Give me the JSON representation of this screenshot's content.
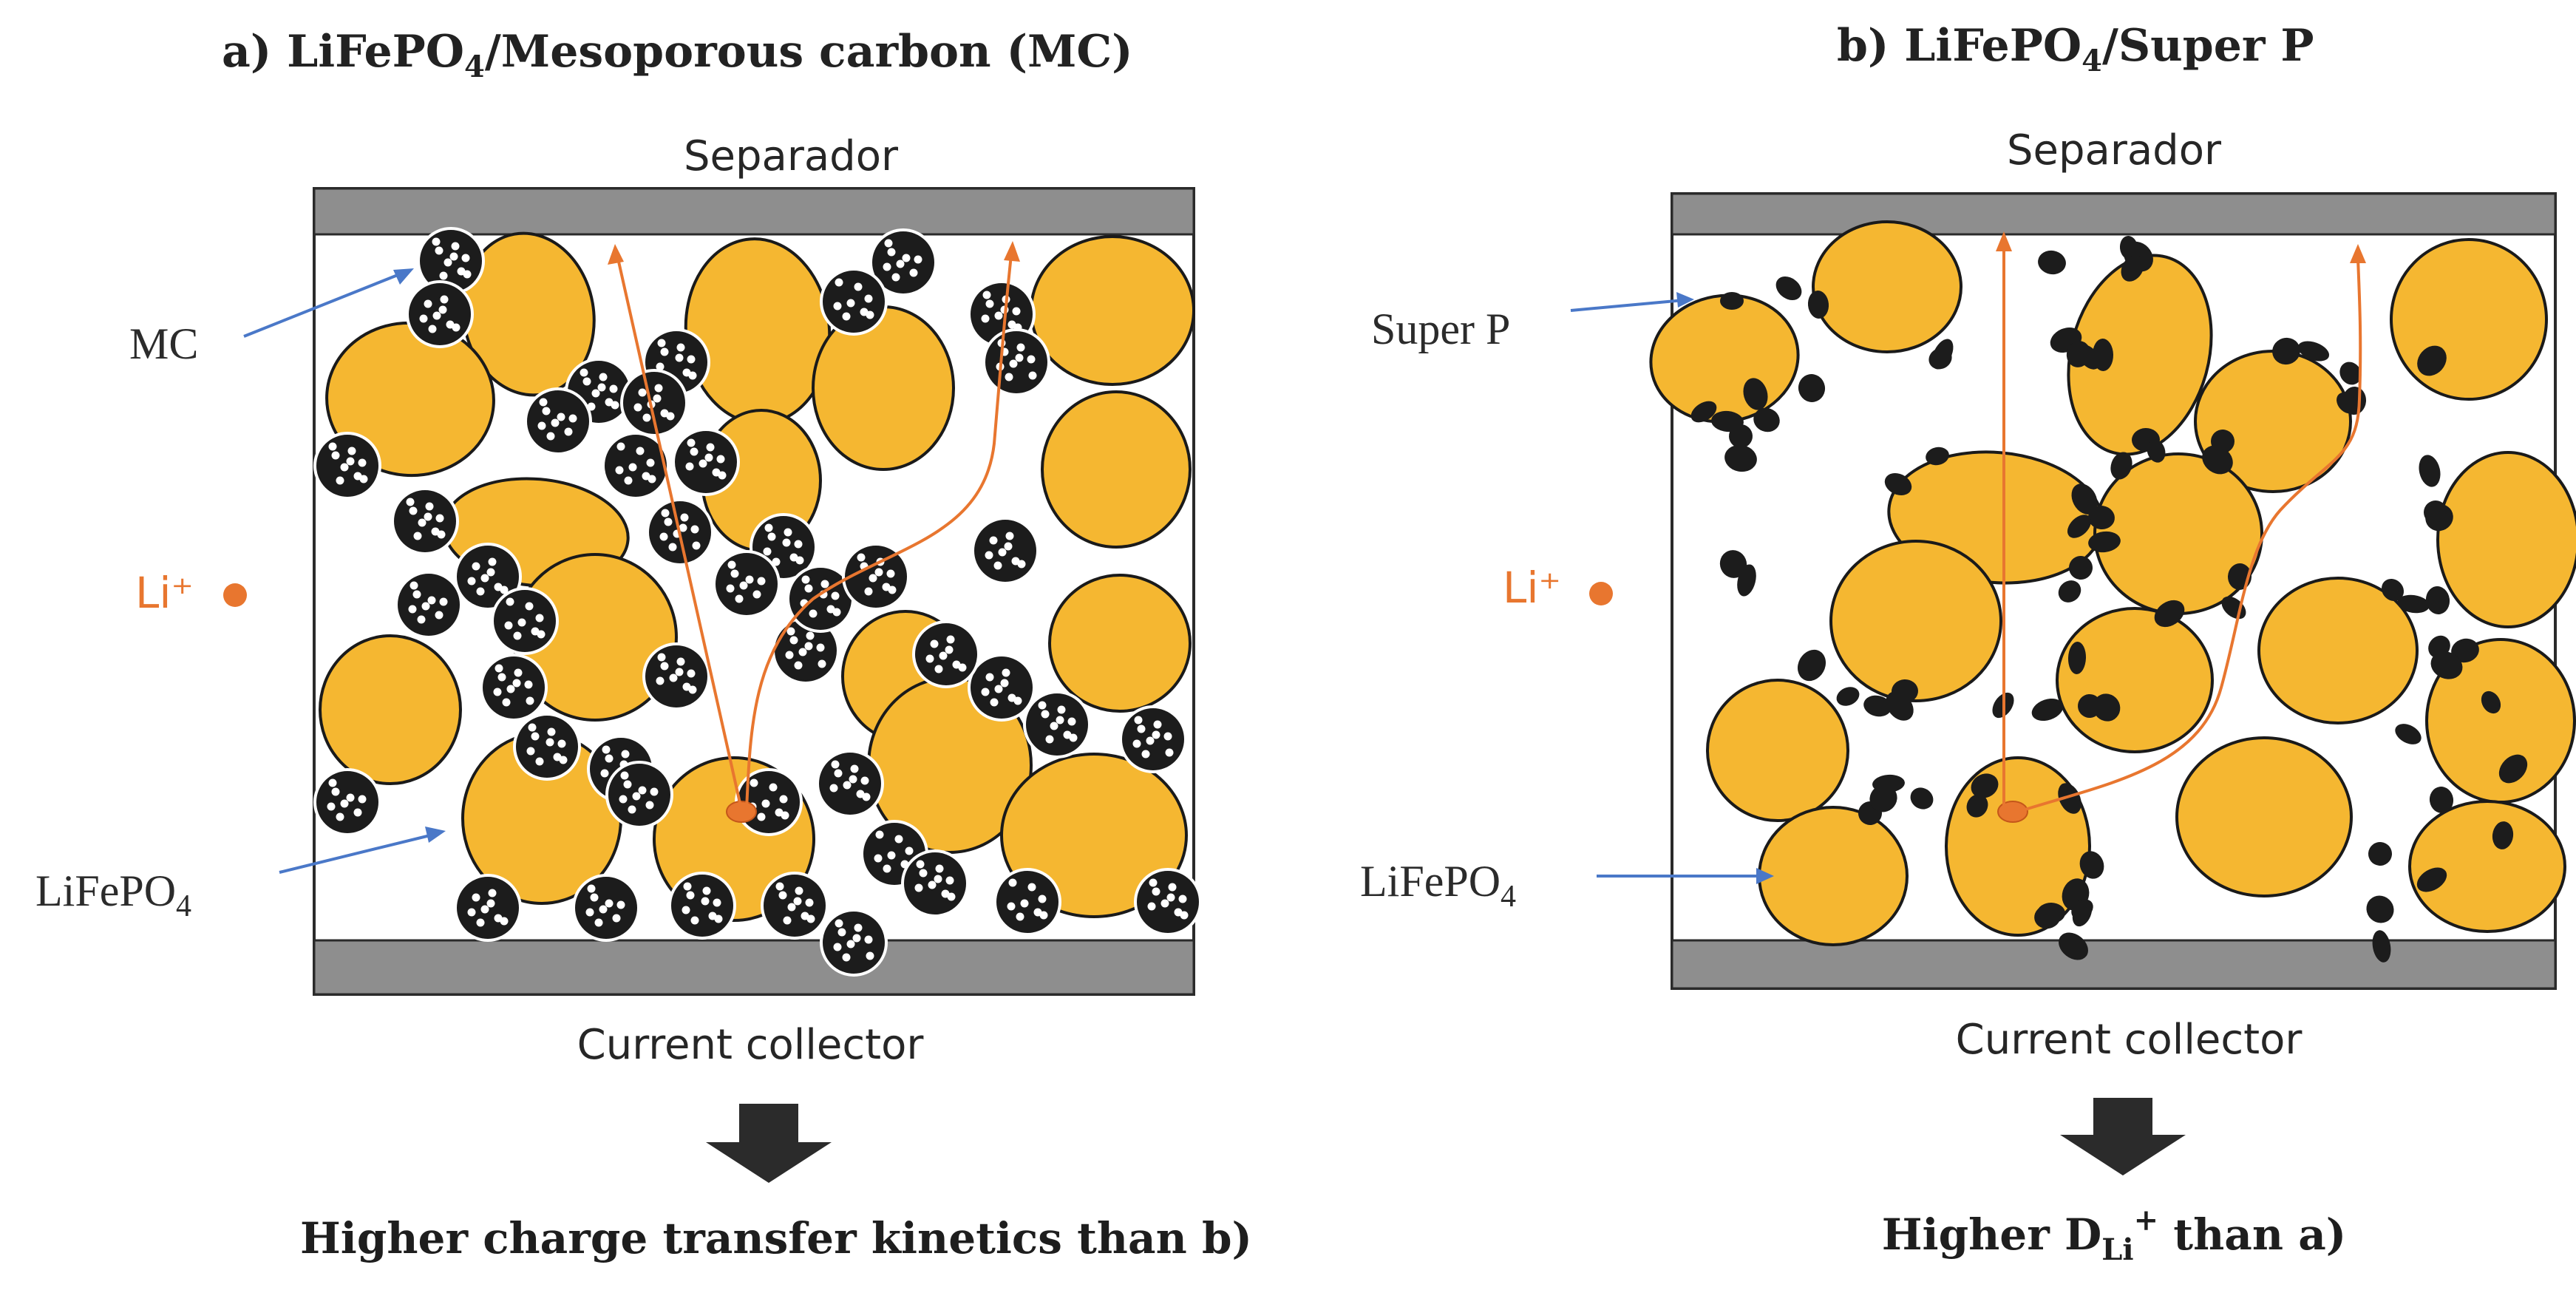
{
  "panels": [
    {
      "title": "a) LiFePO",
      "title_sub": "4",
      "title_rest": "/Mesoporous carbon (MC)",
      "top_label": "Separador",
      "bottom_label": "Current  collector",
      "carbon_label": "MC",
      "li_label": "Li⁺",
      "lfp_label": "LiFePO",
      "lfp_sub": "4",
      "conclusion": "Higher charge transfer kinetics than b)"
    },
    {
      "title": "b) LiFePO",
      "title_sub": "4",
      "title_rest": "/Super P",
      "top_label": "Separador",
      "bottom_label": "Current  collector",
      "carbon_label": "Super P",
      "li_label": "Li⁺",
      "lfp_label": "LiFePO",
      "lfp_sub": "4",
      "conclusion_pre": "Higher D",
      "conclusion_sub": "Li",
      "conclusion_sup": "+",
      "conclusion_post": " than a)"
    }
  ],
  "colors": {
    "lfp_fill": "#f5b731",
    "carbon": "#1c1c1c",
    "li_ion": "#e8762f",
    "pointer": "#4a78c8",
    "plate": "#8e8e8e"
  }
}
